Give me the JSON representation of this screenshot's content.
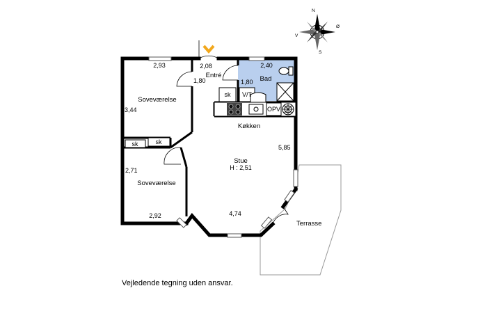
{
  "compass": {
    "north": "N",
    "south": "S",
    "east": "Ø",
    "west": "V"
  },
  "rooms": {
    "bedroom1": {
      "name": "Soveværelse",
      "width": "2,93",
      "depth": "3,44"
    },
    "entry": {
      "name": "Entré",
      "width": "2,08",
      "depth": "1,80"
    },
    "bath": {
      "name": "Bad",
      "width": "2,40",
      "depth": "1,80"
    },
    "kitchen": {
      "name": "Køkken"
    },
    "living": {
      "name": "Stue",
      "height": "H : 2,51",
      "depth": "5,85",
      "width": "4,74"
    },
    "bedroom2": {
      "name": "Soveværelse",
      "depth": "2,71",
      "width": "2,92"
    },
    "terrace": {
      "name": "Terrasse"
    }
  },
  "fixtures": {
    "closet_entry": "sk",
    "washer": "V/T",
    "dishwasher": "OPV",
    "closet_bed_a": "sk",
    "closet_bed_b": "sk"
  },
  "accent_color": "#f2a71b",
  "bath_color": "#b9cfee",
  "disclaimer": "Vejledende tegning uden ansvar."
}
